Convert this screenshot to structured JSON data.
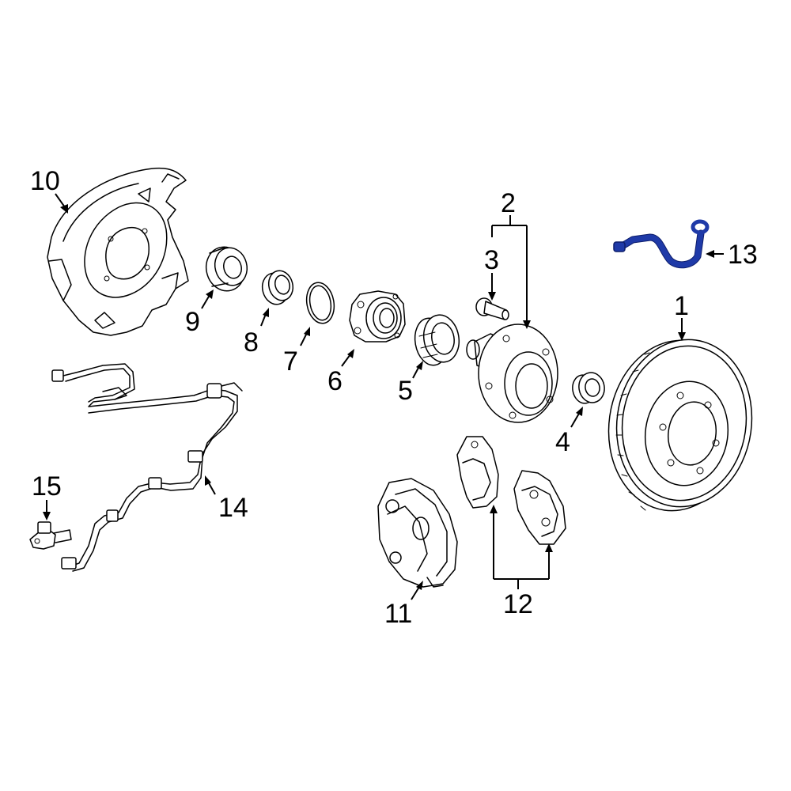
{
  "colors": {
    "line": "#000000",
    "background": "#ffffff",
    "highlight": "#1f3aa8"
  },
  "callouts": {
    "c1": "1",
    "c2": "2",
    "c3": "3",
    "c4": "4",
    "c5": "5",
    "c6": "6",
    "c7": "7",
    "c8": "8",
    "c9": "9",
    "c10": "10",
    "c11": "11",
    "c12": "12",
    "c13": "13",
    "c14": "14",
    "c15": "15"
  }
}
